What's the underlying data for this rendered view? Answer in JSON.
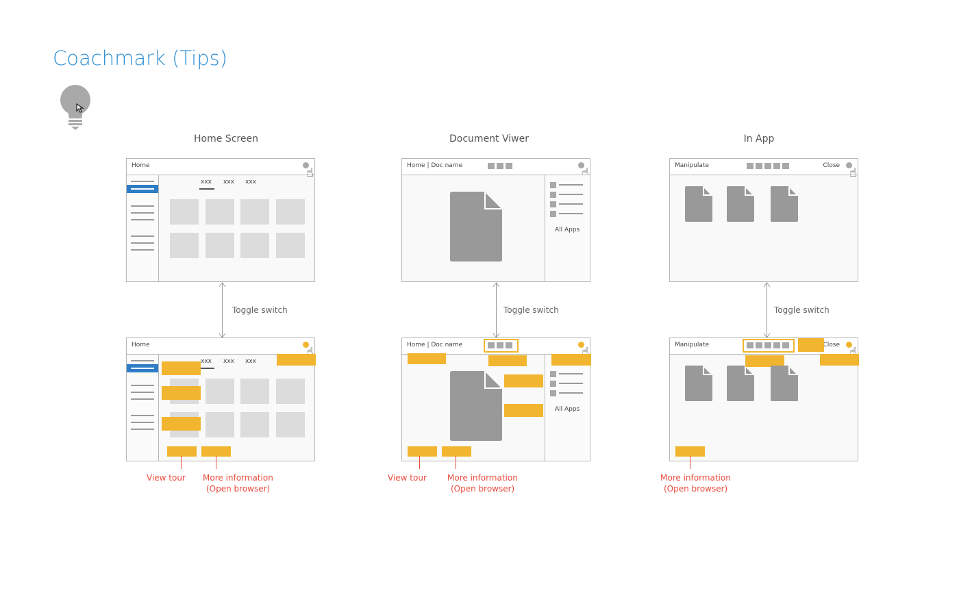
{
  "page_title": "Coachmark (Tips)",
  "colors": {
    "accent_blue": "#2d8ed2",
    "tip_yellow": "#f2b52f",
    "label_red": "#e84c3d",
    "icon_gray": "#999999"
  },
  "columns": [
    {
      "title": "Home Screen",
      "topbar_label": "Home",
      "tabs": [
        "xxx",
        "xxx",
        "xxx"
      ],
      "toggle_label": "Toggle switch",
      "annotations": {
        "view_tour": "View tour",
        "more_info_line1": "More information",
        "more_info_line2": "(Open browser)"
      }
    },
    {
      "title": "Document Viwer",
      "topbar_label": "Home | Doc name",
      "all_apps": "All Apps",
      "toggle_label": "Toggle switch",
      "annotations": {
        "view_tour": "View tour",
        "more_info_line1": "More information",
        "more_info_line2": "(Open browser)"
      }
    },
    {
      "title": "In App",
      "topbar_label": "Manipulate",
      "close_label": "Close",
      "toggle_label": "Toggle switch",
      "annotations": {
        "more_info_line1": "More information",
        "more_info_line2": "(Open browser)"
      }
    }
  ]
}
